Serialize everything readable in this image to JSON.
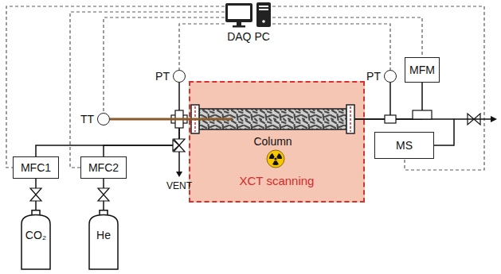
{
  "diagram": {
    "nodes": [
      {
        "text": [
          "DAQ PC"
        ]
      },
      {
        "text": [
          "TT"
        ]
      },
      {
        "text": [
          "PT"
        ]
      },
      {
        "text": [
          "XCT scanning"
        ]
      },
      {
        "text": [
          "Column"
        ],
        "in": 3
      },
      {
        "text": [
          "PT"
        ]
      },
      {
        "text": [
          "MFM"
        ]
      },
      {
        "text": [
          "MFC1"
        ]
      },
      {
        "text": [
          "MFC2"
        ]
      },
      {
        "text": [
          "MS"
        ]
      },
      {
        "text": [
          "CO₂"
        ]
      },
      {
        "text": [
          "He"
        ]
      }
    ],
    "edges": [
      {
        "from": 0,
        "to": 7,
        "arrow": "none"
      },
      {
        "from": 0,
        "to": 8,
        "arrow": "none"
      },
      {
        "from": 0,
        "to": 1,
        "arrow": "none"
      },
      {
        "from": 0,
        "to": 2,
        "arrow": "none"
      },
      {
        "from": 0,
        "to": 5,
        "arrow": "none"
      },
      {
        "from": 0,
        "to": 6,
        "arrow": "none"
      },
      {
        "from": 0,
        "to": 9,
        "arrow": "none"
      },
      {
        "from": 10,
        "to": 7,
        "arrow": "none"
      },
      {
        "from": 11,
        "to": 8,
        "arrow": "none"
      },
      {
        "from": 7,
        "to": 4,
        "arrow": "none"
      },
      {
        "from": 8,
        "to": 4,
        "arrow": "none"
      },
      {
        "from": 4,
        "to": 6,
        "arrow": "none"
      },
      {
        "from": 4,
        "to": 9,
        "arrow": "none"
      }
    ],
    "labels": [
      "VENT"
    ]
  }
}
